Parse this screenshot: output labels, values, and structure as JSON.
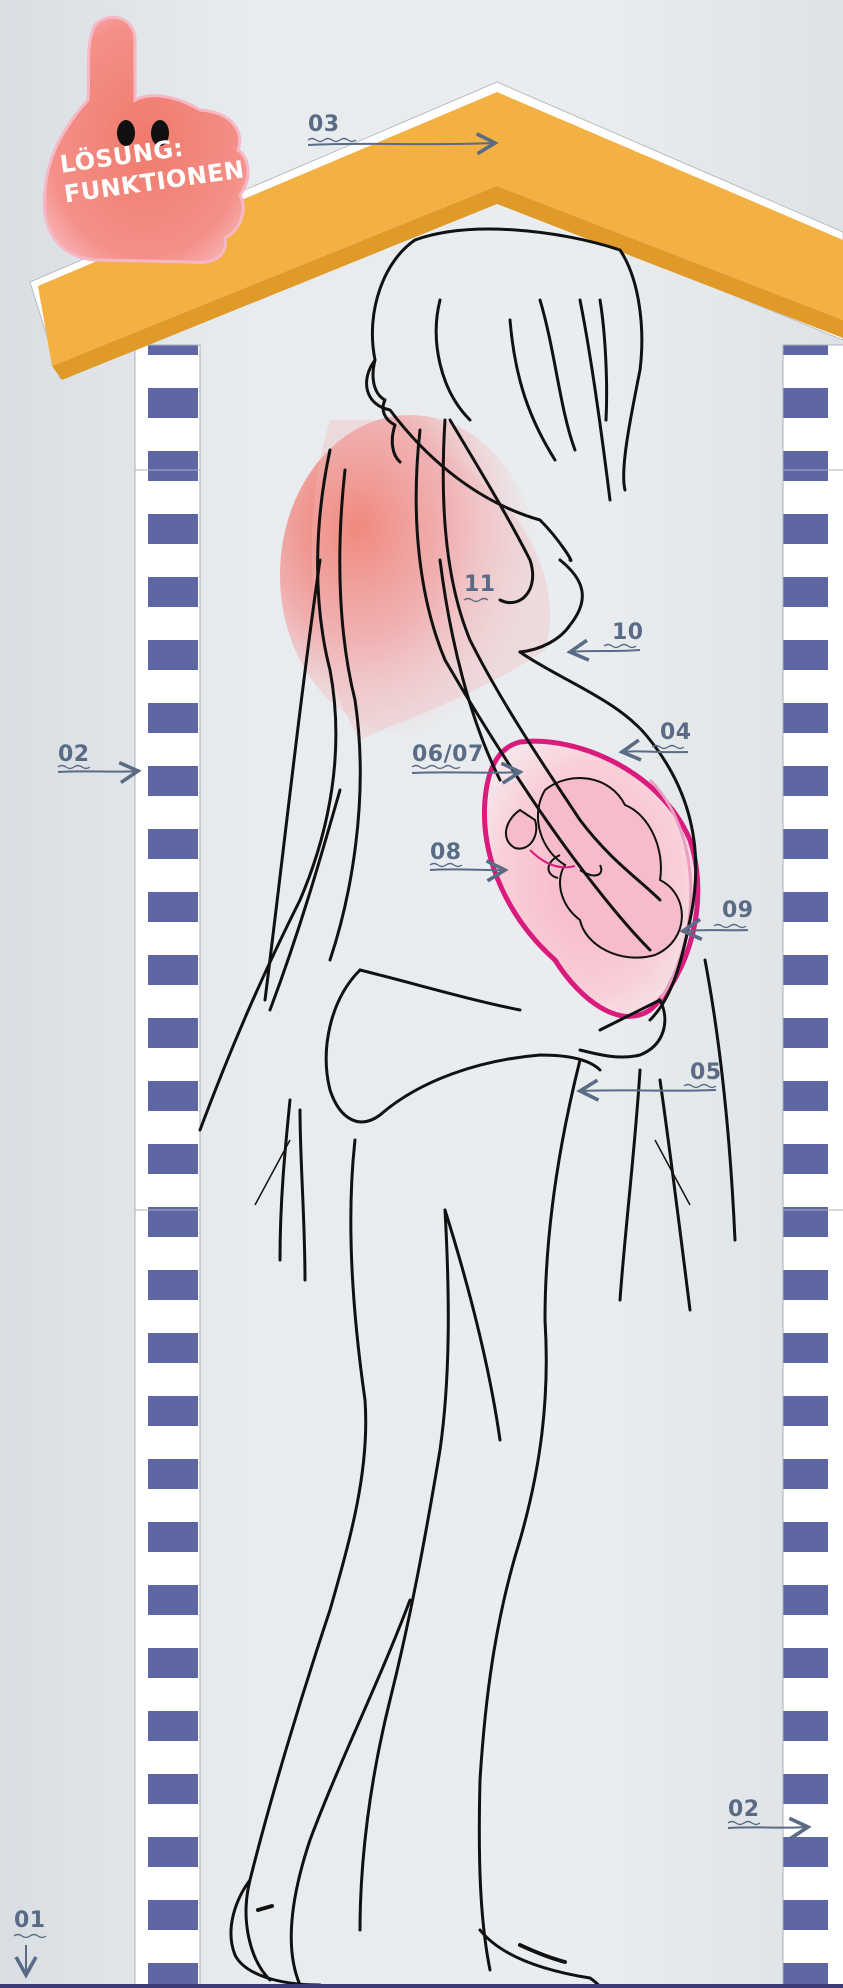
{
  "badge": {
    "line1": "LÖSUNG:",
    "line2": "FUNKTIONEN",
    "color": "#f0766a",
    "icon": "thumbs-up-icon"
  },
  "labels": [
    {
      "id": "label-03",
      "text": "03",
      "arrow": "right"
    },
    {
      "id": "label-11",
      "text": "11",
      "arrow": "none"
    },
    {
      "id": "label-10",
      "text": "10",
      "arrow": "left"
    },
    {
      "id": "label-02-left",
      "text": "02",
      "arrow": "right"
    },
    {
      "id": "label-04",
      "text": "04",
      "arrow": "left"
    },
    {
      "id": "label-0607",
      "text": "06/07",
      "arrow": "right"
    },
    {
      "id": "label-08",
      "text": "08",
      "arrow": "right"
    },
    {
      "id": "label-09",
      "text": "09",
      "arrow": "left"
    },
    {
      "id": "label-05",
      "text": "05",
      "arrow": "left"
    },
    {
      "id": "label-02-right",
      "text": "02",
      "arrow": "right"
    },
    {
      "id": "label-01",
      "text": "01",
      "arrow": "down"
    }
  ],
  "colors": {
    "roof": "#f3b043",
    "roof_dark": "#e09a2a",
    "post_stripe": "#5e66a3",
    "label": "#5a6b86",
    "uterus_outline": "#d81b7c",
    "highlight": "#ef6a5c"
  }
}
